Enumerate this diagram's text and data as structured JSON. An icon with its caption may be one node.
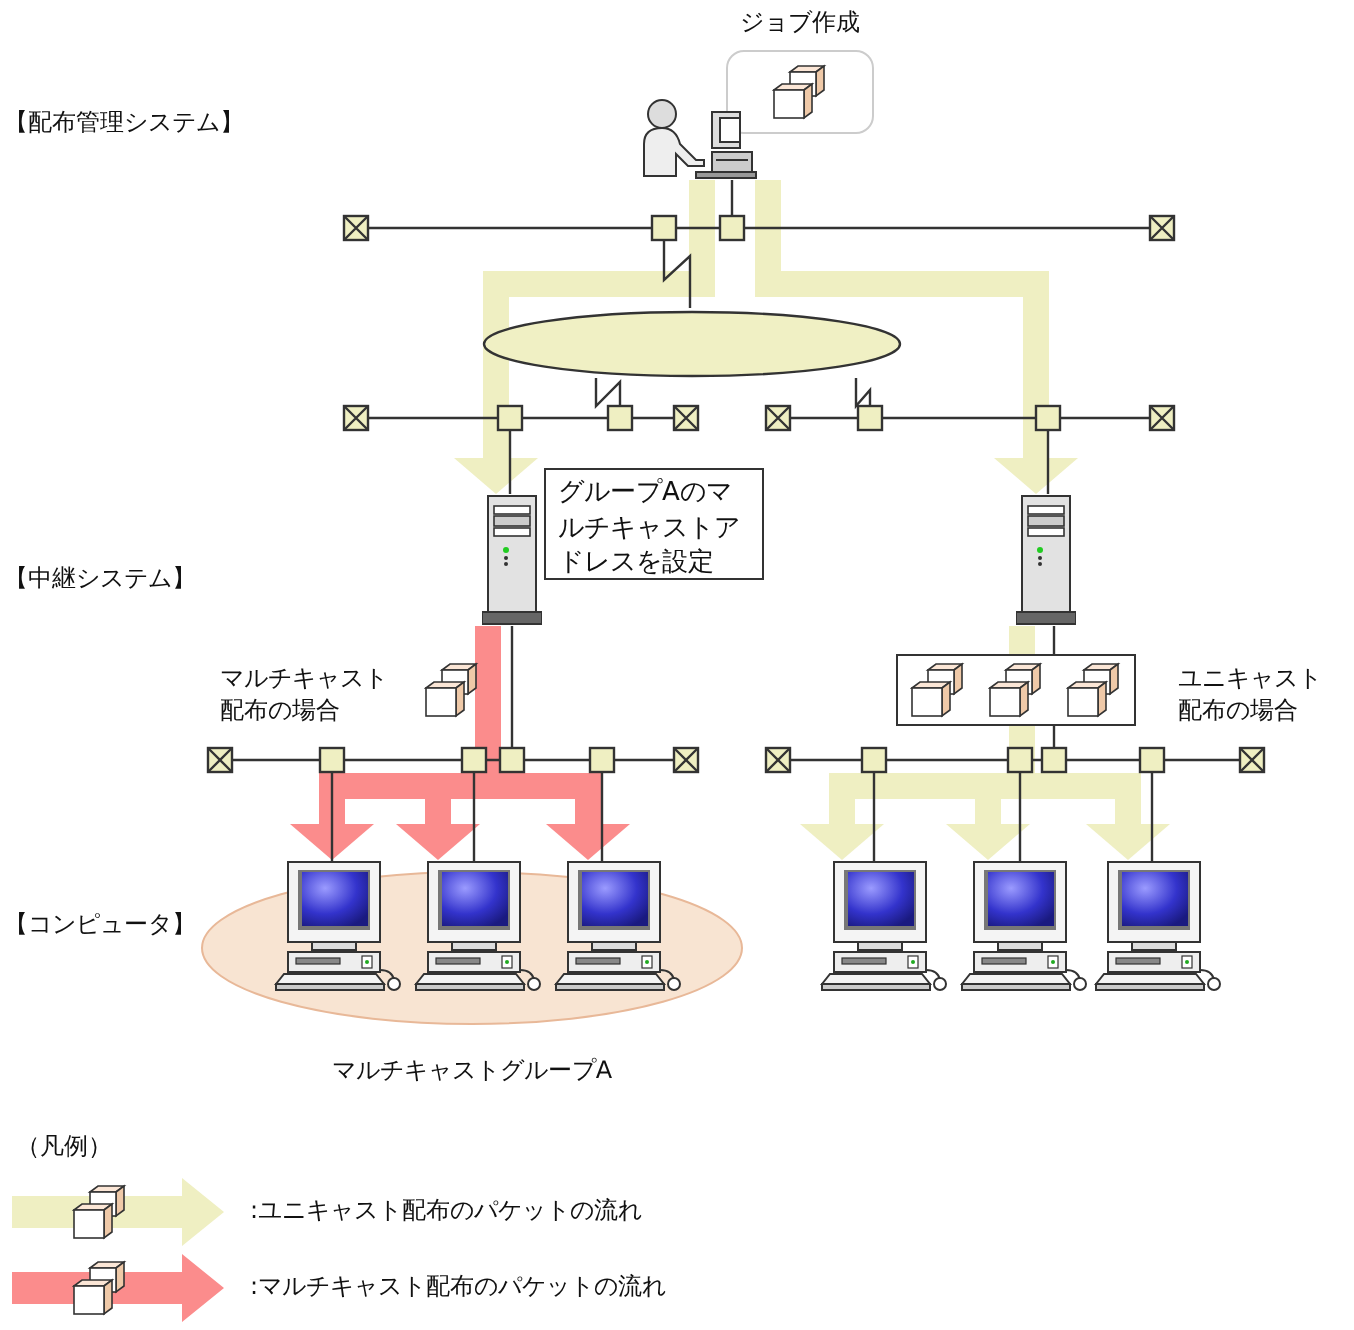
{
  "diagram": {
    "nodes": [
      {
        "text": [
          "ジョブ作成"
        ]
      },
      {
        "text": [],
        "shape": "picture"
      },
      {
        "text": [],
        "shape": "ellipse"
      },
      {
        "text": [],
        "shape": "picture"
      },
      {
        "text": [
          "グループAのマルチキャストアドレスを設定"
        ]
      },
      {
        "text": [],
        "shape": "picture"
      },
      {
        "text": [
          "マルチキャストグループA"
        ]
      },
      {
        "text": [],
        "shape": "picture"
      },
      {
        "text": [],
        "shape": "picture"
      },
      {
        "text": [],
        "shape": "picture"
      },
      {
        "text": [],
        "shape": "picture"
      },
      {
        "text": [],
        "shape": "picture"
      },
      {
        "text": [],
        "shape": "picture"
      }
    ],
    "edges": [
      {
        "from": 1,
        "to": 3,
        "arrow": "to"
      },
      {
        "from": 1,
        "to": 5,
        "arrow": "to"
      },
      {
        "from": 3,
        "to": 7,
        "arrow": "to",
        "color": "#fb8c8c"
      },
      {
        "from": 3,
        "to": 8,
        "arrow": "to",
        "color": "#fb8c8c"
      },
      {
        "from": 3,
        "to": 9,
        "arrow": "to",
        "color": "#fb8c8c"
      },
      {
        "from": 5,
        "to": 10,
        "arrow": "to"
      },
      {
        "from": 5,
        "to": 11,
        "arrow": "to"
      },
      {
        "from": 5,
        "to": 12,
        "arrow": "to"
      }
    ],
    "labels": [
      "【配布管理システム】",
      "【中継システム】",
      "マルチキャスト配布の場合",
      "ユニキャスト配布の場合",
      "【コンピュータ】",
      "（凡例）"
    ],
    "legend": [
      {
        "text": ":ユニキャスト配布のパケットの流れ",
        "color": "#efefc2"
      },
      {
        "text": ":マルチキャスト配布のパケットの流れ",
        "color": "#fb8c8c"
      }
    ]
  }
}
